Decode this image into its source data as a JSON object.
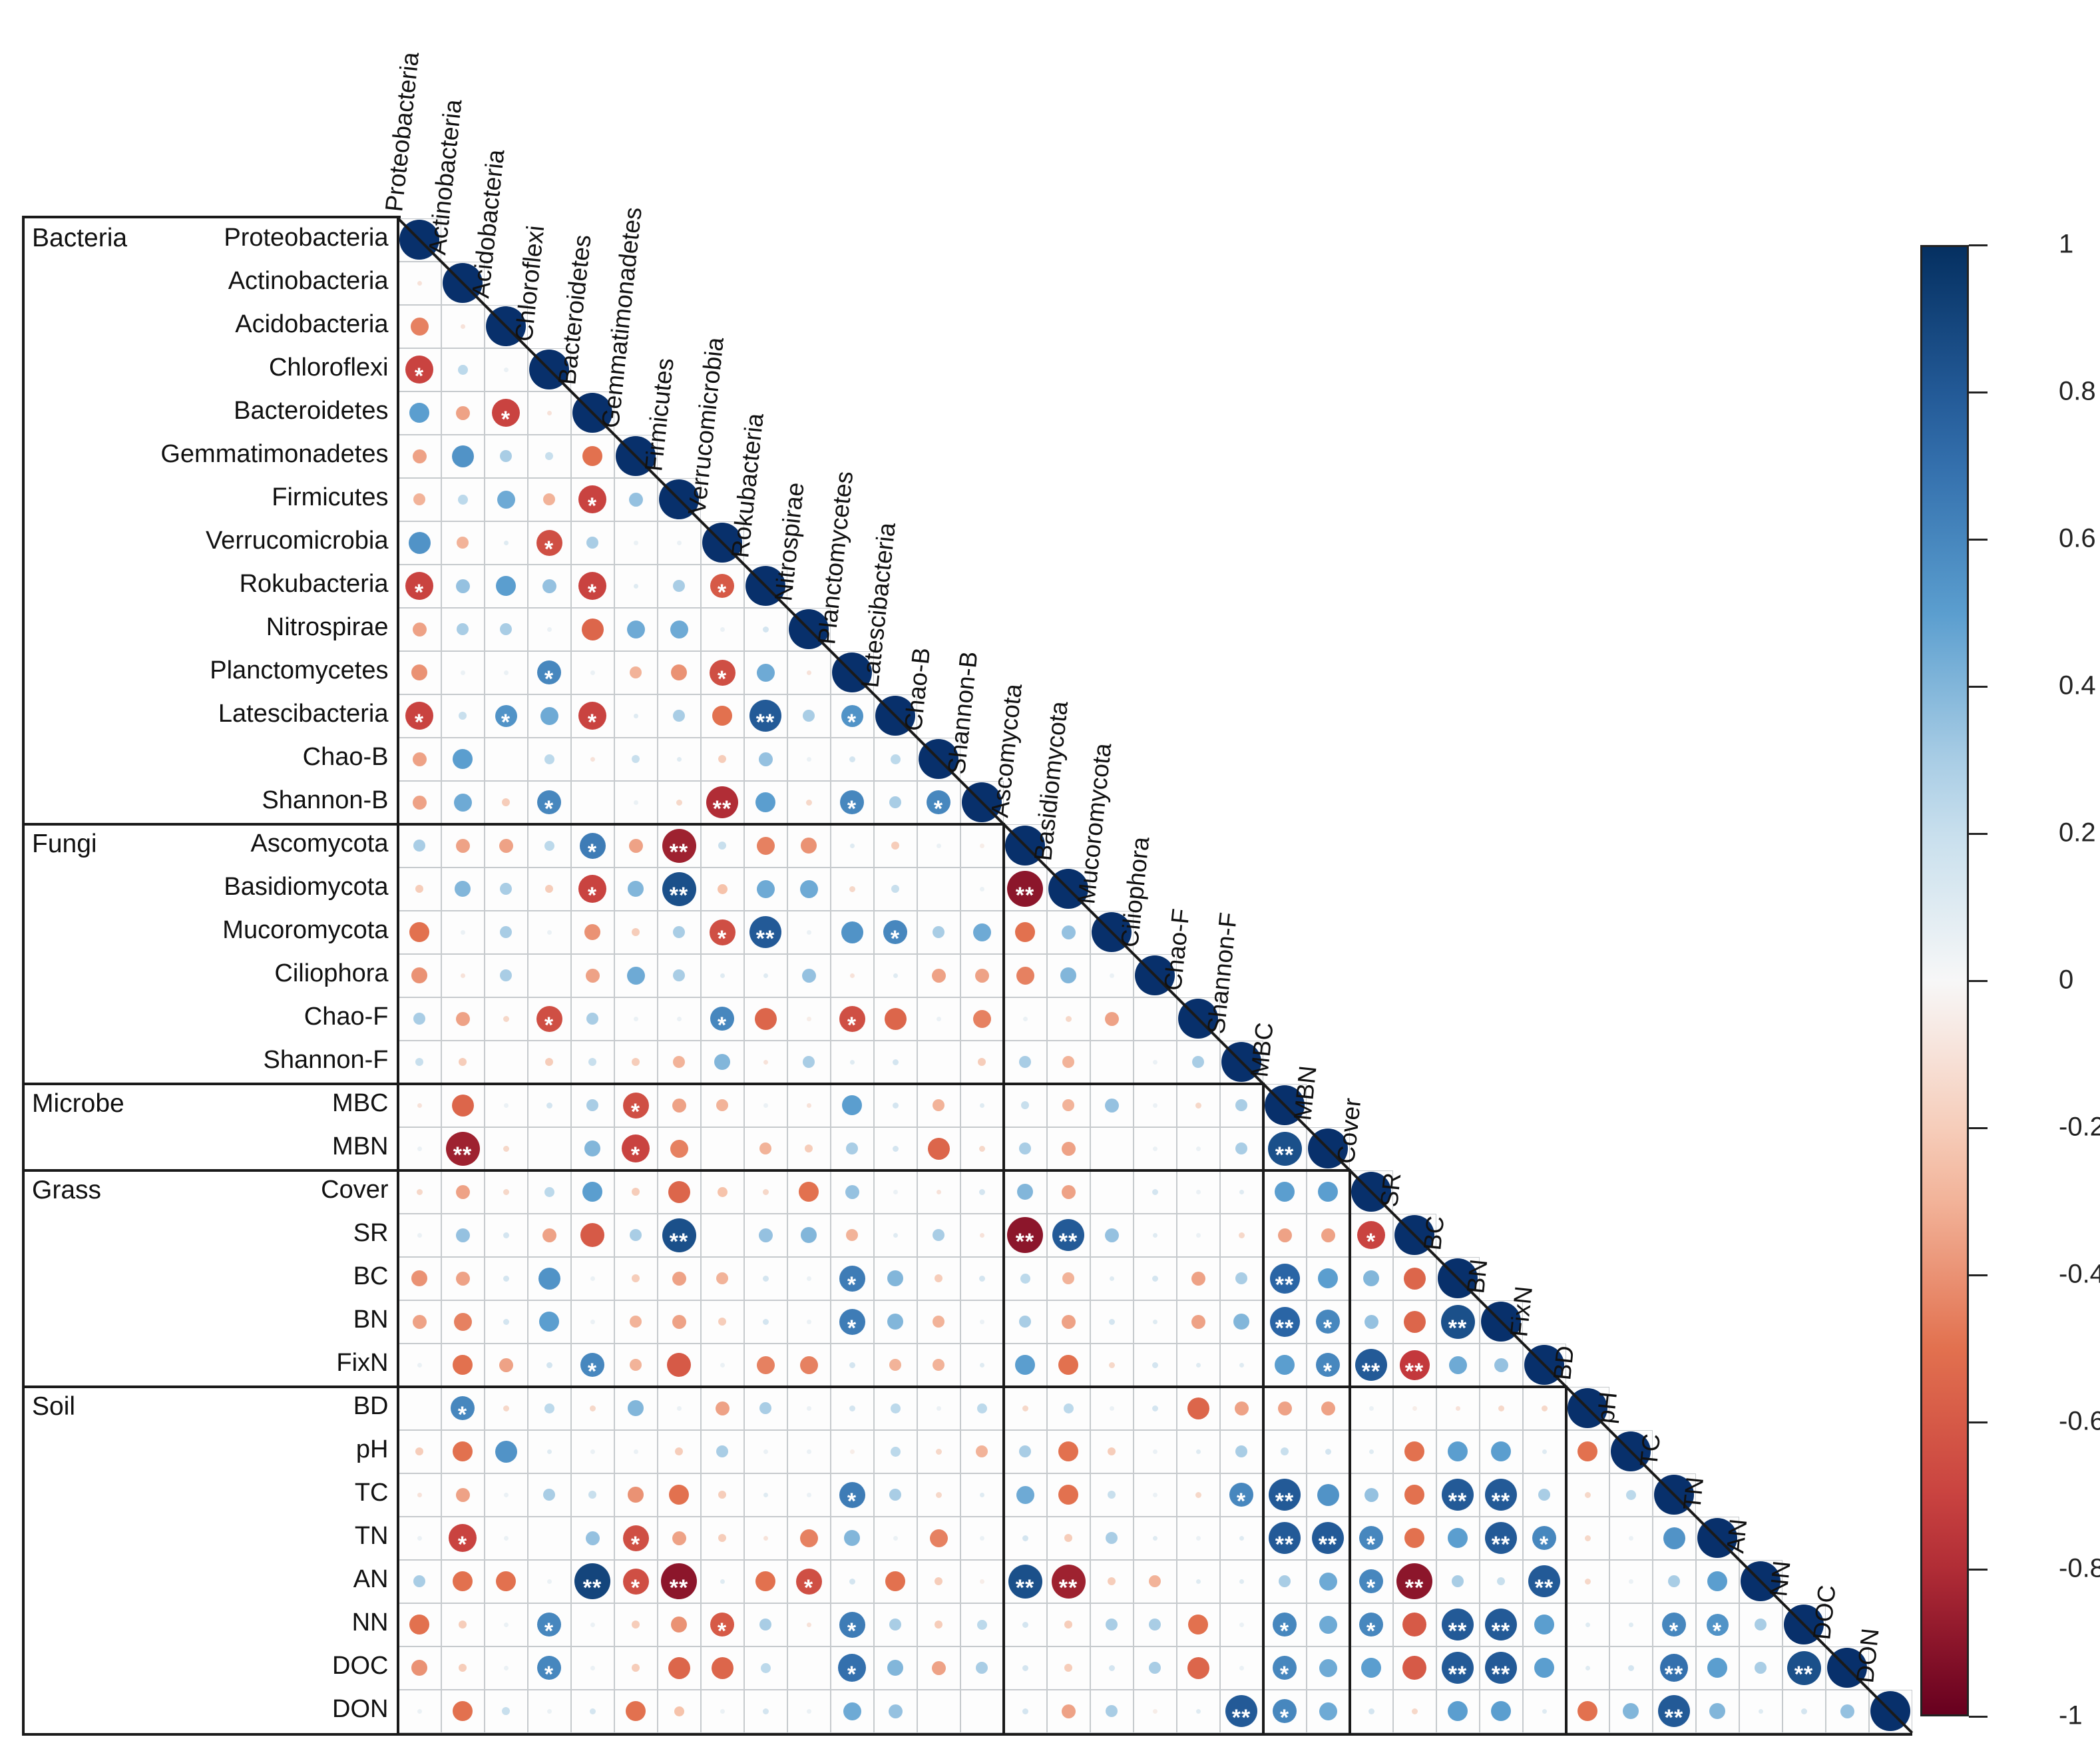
{
  "figure": {
    "description_labels": {
      "group_bacteria": "Bacteria",
      "group_fungi": "Fungi",
      "group_microbe": "Microbe",
      "group_grass": "Grass",
      "group_soil": "Soil"
    }
  },
  "chart_data": {
    "type": "heatmap",
    "subtype": "lower-triangle-correlation-matrix",
    "value_range": [
      -1,
      1
    ],
    "legend_position": "right",
    "grid": true,
    "significance_legend": {
      "one_star": "*",
      "two_star": "**"
    },
    "palette": {
      "positive_stops": [
        [
          0,
          "#f7f7f7"
        ],
        [
          0.25,
          "#bcd9eb"
        ],
        [
          0.5,
          "#5b9ecf"
        ],
        [
          0.75,
          "#2a65a5"
        ],
        [
          1,
          "#053061"
        ]
      ],
      "negative_stops": [
        [
          0,
          "#f7f7f7"
        ],
        [
          0.25,
          "#f6c3ab"
        ],
        [
          0.5,
          "#e2714f"
        ],
        [
          0.75,
          "#c3383c"
        ],
        [
          1,
          "#67001f"
        ]
      ],
      "diagonal": "#08306b"
    },
    "groups": [
      {
        "label": "Bacteria",
        "first_row": 1,
        "last_row": 14
      },
      {
        "label": "Fungi",
        "first_row": 15,
        "last_row": 20
      },
      {
        "label": "Microbe",
        "first_row": 21,
        "last_row": 22
      },
      {
        "label": "Grass",
        "first_row": 23,
        "last_row": 27
      },
      {
        "label": "Soil",
        "first_row": 28,
        "last_row": 35
      }
    ],
    "variables": [
      "Proteobacteria",
      "Actinobacteria",
      "Acidobacteria",
      "Chloroflexi",
      "Bacteroidetes",
      "Gemmatimonadetes",
      "Firmicutes",
      "Verrucomicrobia",
      "Rokubacteria",
      "Nitrospirae",
      "Planctomycetes",
      "Latescibacteria",
      "Chao-B",
      "Shannon-B",
      "Ascomycota",
      "Basidiomycota",
      "Mucoromycota",
      "Ciliophora",
      "Chao-F",
      "Shannon-F",
      "MBC",
      "MBN",
      "Cover",
      "SR",
      "BC",
      "BN",
      "FixN",
      "BD",
      "pH",
      "TC",
      "TN",
      "AN",
      "NN",
      "DOC",
      "DON"
    ],
    "rows": [
      {
        "label": "Proteobacteria",
        "v": [
          1
        ],
        "sig": {}
      },
      {
        "label": "Actinobacteria",
        "v": [
          -0.1,
          1
        ],
        "sig": {}
      },
      {
        "label": "Acidobacteria",
        "v": [
          -0.45,
          -0.1,
          1
        ],
        "sig": {}
      },
      {
        "label": "Chloroflexi",
        "v": [
          -0.7,
          0.25,
          0.05,
          1
        ],
        "sig": {
          "1": "*"
        }
      },
      {
        "label": "Bacteroidetes",
        "v": [
          0.5,
          -0.35,
          -0.7,
          -0.1,
          1
        ],
        "sig": {
          "3": "*"
        }
      },
      {
        "label": "Gemmatimonadetes",
        "v": [
          -0.35,
          0.55,
          0.3,
          0.2,
          -0.5,
          1
        ],
        "sig": {}
      },
      {
        "label": "Firmicutes",
        "v": [
          -0.3,
          0.25,
          0.45,
          -0.3,
          -0.7,
          0.35,
          1
        ],
        "sig": {
          "5": "*"
        }
      },
      {
        "label": "Verrucomicrobia",
        "v": [
          0.55,
          -0.3,
          0.1,
          -0.65,
          0.3,
          0.05,
          0.05,
          1
        ],
        "sig": {
          "4": "*"
        }
      },
      {
        "label": "Rokubacteria",
        "v": [
          -0.7,
          0.35,
          0.5,
          0.35,
          -0.7,
          0.1,
          0.3,
          -0.6,
          1
        ],
        "sig": {
          "1": "*",
          "5": "*",
          "8": "*"
        }
      },
      {
        "label": "Nitrospirae",
        "v": [
          -0.35,
          0.3,
          0.3,
          0.05,
          -0.55,
          0.45,
          0.45,
          0.05,
          0.15,
          1
        ],
        "sig": {}
      },
      {
        "label": "Planctomycetes",
        "v": [
          -0.4,
          0.05,
          0.05,
          0.6,
          0.05,
          -0.3,
          -0.4,
          -0.65,
          0.45,
          -0.1,
          1
        ],
        "sig": {
          "4": "*",
          "8": "*"
        }
      },
      {
        "label": "Latescibacteria",
        "v": [
          -0.7,
          0.2,
          0.55,
          0.45,
          -0.7,
          0.1,
          0.3,
          -0.5,
          0.8,
          0.3,
          0.55,
          1
        ],
        "sig": {
          "1": "*",
          "3": "*",
          "5": "*",
          "9": "**",
          "11": "*"
        }
      },
      {
        "label": "Chao-B",
        "v": [
          -0.35,
          0.5,
          0,
          0.25,
          -0.1,
          0.2,
          0.1,
          -0.2,
          0.35,
          0.05,
          0.15,
          0.25,
          1
        ],
        "sig": {}
      },
      {
        "label": "Shannon-B",
        "v": [
          -0.35,
          0.45,
          -0.2,
          0.6,
          0,
          0.05,
          -0.15,
          -0.8,
          0.5,
          -0.15,
          0.6,
          0.3,
          0.6,
          1
        ],
        "sig": {
          "4": "*",
          "8": "**",
          "11": "*",
          "13": "*"
        }
      },
      {
        "label": "Ascomycota",
        "v": [
          0.3,
          -0.35,
          -0.35,
          0.25,
          0.65,
          -0.35,
          -0.85,
          0.2,
          -0.45,
          -0.4,
          0.1,
          -0.2,
          0.05,
          -0.05,
          1
        ],
        "sig": {
          "5": "*",
          "7": "**"
        }
      },
      {
        "label": "Basidiomycota",
        "v": [
          -0.2,
          0.4,
          0.3,
          -0.2,
          -0.7,
          0.4,
          0.85,
          -0.25,
          0.45,
          0.45,
          -0.15,
          0.2,
          0,
          0.05,
          -0.9,
          1
        ],
        "sig": {
          "5": "*",
          "7": "**",
          "15": "**"
        }
      },
      {
        "label": "Mucoromycota",
        "v": [
          -0.5,
          0.05,
          0.3,
          0.05,
          -0.4,
          -0.2,
          0.3,
          -0.65,
          0.8,
          0.05,
          0.55,
          0.6,
          0.3,
          0.45,
          -0.5,
          0.35,
          1
        ],
        "sig": {
          "8": "*",
          "9": "**",
          "12": "*"
        }
      },
      {
        "label": "Ciliophora",
        "v": [
          -0.4,
          -0.1,
          0.3,
          0,
          -0.35,
          0.45,
          0.3,
          0.1,
          0.1,
          0.35,
          -0.1,
          0.1,
          -0.35,
          -0.35,
          -0.45,
          0.4,
          0.05,
          1
        ],
        "sig": {}
      },
      {
        "label": "Chao-F",
        "v": [
          0.3,
          -0.35,
          -0.15,
          -0.65,
          0.3,
          0.05,
          0.05,
          0.6,
          -0.55,
          -0.05,
          -0.65,
          -0.55,
          0.05,
          -0.45,
          0.05,
          -0.15,
          -0.35,
          0,
          1
        ],
        "sig": {
          "4": "*",
          "8": "*",
          "11": "*"
        }
      },
      {
        "label": "Shannon-F",
        "v": [
          0.2,
          -0.2,
          0,
          -0.2,
          0.2,
          -0.2,
          -0.3,
          0.4,
          -0.1,
          0.3,
          0.1,
          0.15,
          0,
          -0.2,
          0.3,
          -0.3,
          0,
          0.05,
          0.3,
          1
        ],
        "sig": {}
      },
      {
        "label": "MBC",
        "v": [
          -0.1,
          -0.55,
          0.05,
          0.15,
          0.3,
          -0.65,
          -0.35,
          -0.3,
          0.05,
          -0.1,
          0.5,
          0.15,
          -0.3,
          0.1,
          0.2,
          -0.3,
          0.35,
          0.05,
          -0.15,
          0.3,
          1
        ],
        "sig": {
          "6": "*"
        }
      },
      {
        "label": "MBN",
        "v": [
          0.05,
          -0.85,
          -0.15,
          0,
          0.4,
          -0.7,
          -0.45,
          0,
          -0.3,
          -0.2,
          0.3,
          0.15,
          -0.55,
          -0.15,
          0.3,
          -0.35,
          0,
          0.05,
          0.05,
          0.3,
          0.85,
          1
        ],
        "sig": {
          "2": "**",
          "6": "*",
          "21": "**"
        }
      },
      {
        "label": "Cover",
        "v": [
          -0.15,
          -0.35,
          -0.15,
          0.25,
          0.5,
          -0.2,
          -0.55,
          -0.25,
          -0.15,
          -0.5,
          0.35,
          0.05,
          -0.1,
          0.15,
          0.4,
          -0.35,
          0,
          0.15,
          0.05,
          0.1,
          0.5,
          0.5,
          1
        ],
        "sig": {}
      },
      {
        "label": "SR",
        "v": [
          0.05,
          0.35,
          0.15,
          -0.35,
          -0.6,
          0.3,
          0.85,
          0,
          0.35,
          0.4,
          -0.3,
          0.1,
          0.3,
          -0.1,
          -0.9,
          0.8,
          0.35,
          0.1,
          0.05,
          -0.15,
          -0.35,
          -0.35,
          -0.7,
          1
        ],
        "sig": {
          "7": "**",
          "15": "**",
          "16": "**",
          "23": "*"
        }
      },
      {
        "label": "BC",
        "v": [
          -0.4,
          -0.35,
          0.15,
          0.55,
          0.05,
          -0.2,
          -0.35,
          -0.3,
          0.15,
          0.05,
          0.65,
          0.4,
          -0.2,
          0.15,
          0.25,
          -0.3,
          0.1,
          0.15,
          -0.35,
          0.3,
          0.75,
          0.5,
          0.4,
          -0.55,
          1
        ],
        "sig": {
          "11": "*",
          "21": "**"
        }
      },
      {
        "label": "BN",
        "v": [
          -0.35,
          -0.45,
          0.15,
          0.5,
          0.05,
          -0.3,
          -0.35,
          -0.2,
          0.15,
          0.05,
          0.65,
          0.4,
          -0.3,
          0.05,
          0.3,
          -0.35,
          0.15,
          0.1,
          -0.35,
          0.4,
          0.75,
          0.6,
          0.35,
          -0.55,
          0.85,
          1
        ],
        "sig": {
          "11": "*",
          "21": "**",
          "22": "*",
          "25": "**"
        }
      },
      {
        "label": "FixN",
        "v": [
          0.05,
          -0.5,
          -0.35,
          0.15,
          0.6,
          -0.3,
          -0.6,
          0.05,
          -0.45,
          -0.45,
          0.15,
          -0.3,
          -0.3,
          0.1,
          0.5,
          -0.5,
          -0.15,
          0.15,
          0.1,
          0.1,
          0.5,
          0.6,
          0.8,
          -0.75,
          0.45,
          0.35,
          1
        ],
        "sig": {
          "5": "*",
          "22": "*",
          "23": "**",
          "24": "**"
        }
      },
      {
        "label": "BD",
        "v": [
          0,
          0.6,
          -0.15,
          0.25,
          -0.15,
          0.4,
          0.05,
          -0.35,
          0.3,
          0.05,
          0.15,
          0.25,
          0.05,
          0.25,
          -0.15,
          0.25,
          0.05,
          0.15,
          -0.55,
          -0.35,
          -0.35,
          -0.35,
          0.05,
          -0.05,
          -0.1,
          -0.15,
          -0.15,
          1
        ],
        "sig": {
          "2": "*"
        }
      },
      {
        "label": "pH",
        "v": [
          -0.2,
          -0.5,
          0.55,
          0.1,
          0.05,
          0.05,
          -0.2,
          0.3,
          0.05,
          0.05,
          -0.05,
          0.25,
          -0.15,
          -0.3,
          0.3,
          -0.5,
          -0.2,
          0.05,
          0.1,
          0.3,
          0.2,
          0.15,
          0.1,
          -0.5,
          0.5,
          0.5,
          0.1,
          -0.5,
          1
        ],
        "sig": {}
      },
      {
        "label": "TC",
        "v": [
          -0.1,
          -0.35,
          0.05,
          0.3,
          0.2,
          -0.4,
          -0.5,
          -0.2,
          0.1,
          0.05,
          0.65,
          0.3,
          -0.15,
          0.1,
          0.45,
          -0.5,
          0.2,
          0.05,
          -0.15,
          0.6,
          0.8,
          0.55,
          0.35,
          -0.5,
          0.8,
          0.8,
          0.3,
          -0.15,
          0.25,
          1
        ],
        "sig": {
          "11": "*",
          "20": "*",
          "21": "**",
          "25": "**",
          "26": "**"
        }
      },
      {
        "label": "TN",
        "v": [
          0.05,
          -0.7,
          0.05,
          0,
          0.35,
          -0.65,
          -0.35,
          -0.2,
          -0.1,
          -0.45,
          0.4,
          0.05,
          -0.45,
          0.05,
          0.15,
          -0.2,
          0.3,
          0.1,
          0.05,
          0.1,
          0.8,
          0.8,
          0.6,
          -0.5,
          0.5,
          0.8,
          0.6,
          -0.15,
          0.05,
          0.55,
          1
        ],
        "sig": {
          "2": "*",
          "6": "*",
          "21": "**",
          "22": "**",
          "23": "*",
          "26": "**",
          "27": "*"
        }
      },
      {
        "label": "AN",
        "v": [
          0.3,
          -0.5,
          -0.5,
          0.05,
          0.9,
          -0.65,
          -0.9,
          0.1,
          -0.5,
          -0.65,
          0.15,
          -0.5,
          -0.2,
          -0.05,
          0.85,
          -0.85,
          -0.2,
          -0.3,
          0.1,
          0.1,
          0.3,
          0.45,
          0.6,
          -0.9,
          0.3,
          0.2,
          0.8,
          -0.15,
          0.05,
          0.3,
          0.5,
          1
        ],
        "sig": {
          "5": "**",
          "6": "*",
          "7": "**",
          "10": "*",
          "15": "**",
          "16": "**",
          "23": "*",
          "24": "**",
          "27": "**"
        }
      },
      {
        "label": "NN",
        "v": [
          -0.5,
          -0.2,
          0.05,
          0.6,
          0.05,
          -0.2,
          -0.4,
          -0.6,
          0.3,
          -0.1,
          0.65,
          0.3,
          -0.2,
          0.25,
          0.15,
          -0.2,
          0.3,
          0.3,
          -0.5,
          0.05,
          0.6,
          0.45,
          0.6,
          -0.6,
          0.8,
          0.8,
          0.5,
          0.1,
          0.1,
          0.6,
          0.55,
          0.3,
          1
        ],
        "sig": {
          "4": "*",
          "8": "*",
          "11": "*",
          "21": "*",
          "23": "*",
          "25": "**",
          "26": "**",
          "30": "*",
          "31": "*"
        }
      },
      {
        "label": "DOC",
        "v": [
          -0.4,
          -0.2,
          0.05,
          0.6,
          0.05,
          -0.2,
          -0.55,
          -0.55,
          0.25,
          0,
          0.7,
          0.4,
          -0.35,
          0.3,
          0.15,
          -0.2,
          0.15,
          0.3,
          -0.55,
          0.05,
          0.6,
          0.45,
          0.5,
          -0.6,
          0.8,
          0.8,
          0.5,
          0.1,
          0.15,
          0.7,
          0.5,
          0.3,
          0.85,
          1
        ],
        "sig": {
          "4": "*",
          "11": "*",
          "21": "*",
          "25": "**",
          "26": "**",
          "30": "**",
          "33": "**"
        }
      },
      {
        "label": "DON",
        "v": [
          0.05,
          -0.5,
          0.2,
          0.05,
          0.15,
          -0.5,
          -0.25,
          0.05,
          0.15,
          0.05,
          0.45,
          0.35,
          0,
          0,
          0.15,
          -0.35,
          0.3,
          -0.05,
          0.1,
          0.8,
          0.6,
          0.45,
          0.15,
          -0.15,
          0.5,
          0.5,
          0.1,
          -0.5,
          0.4,
          0.8,
          0.4,
          0.1,
          0.15,
          0.35,
          1
        ],
        "sig": {
          "20": "**",
          "21": "*",
          "30": "**"
        }
      }
    ],
    "colorbar": {
      "tick_labels": [
        "1",
        "0.8",
        "0.6",
        "0.4",
        "0.2",
        "0",
        "-0.2",
        "-0.4",
        "-0.6",
        "-0.8",
        "-1"
      ],
      "top_value": 1,
      "bottom_value": -1
    }
  }
}
